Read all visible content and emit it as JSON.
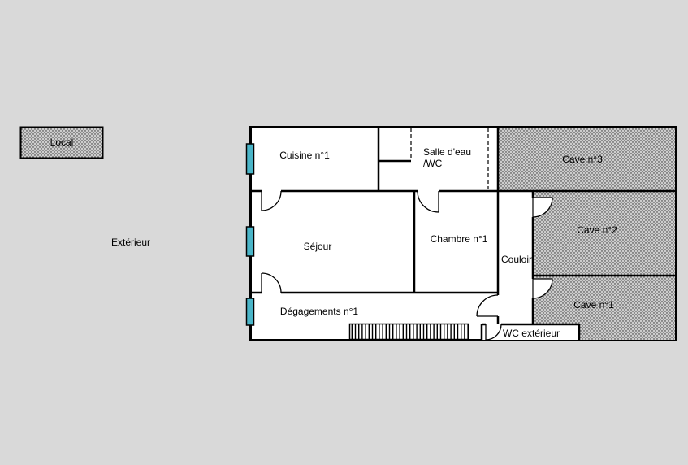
{
  "colors": {
    "background": "#d9d9d9",
    "plan_fill": "#ffffff",
    "wall": "#000000",
    "window": "#4ab5c8",
    "hatch_background": "#cdcdcd",
    "hatch_dot": "#2b2b2b"
  },
  "legend": {
    "label": "Local"
  },
  "labels": {
    "exterior": "Extérieur",
    "cuisine": "Cuisine n°1",
    "salle_eau_line1": "Salle d'eau",
    "salle_eau_line2": "/WC",
    "sejour": "Séjour",
    "chambre": "Chambre n°1",
    "couloir": "Couloir",
    "degagements": "Dégagements n°1",
    "wc_exterieur": "WC extérieur",
    "cave1": "Cave n°1",
    "cave2": "Cave n°2",
    "cave3": "Cave n°3"
  }
}
